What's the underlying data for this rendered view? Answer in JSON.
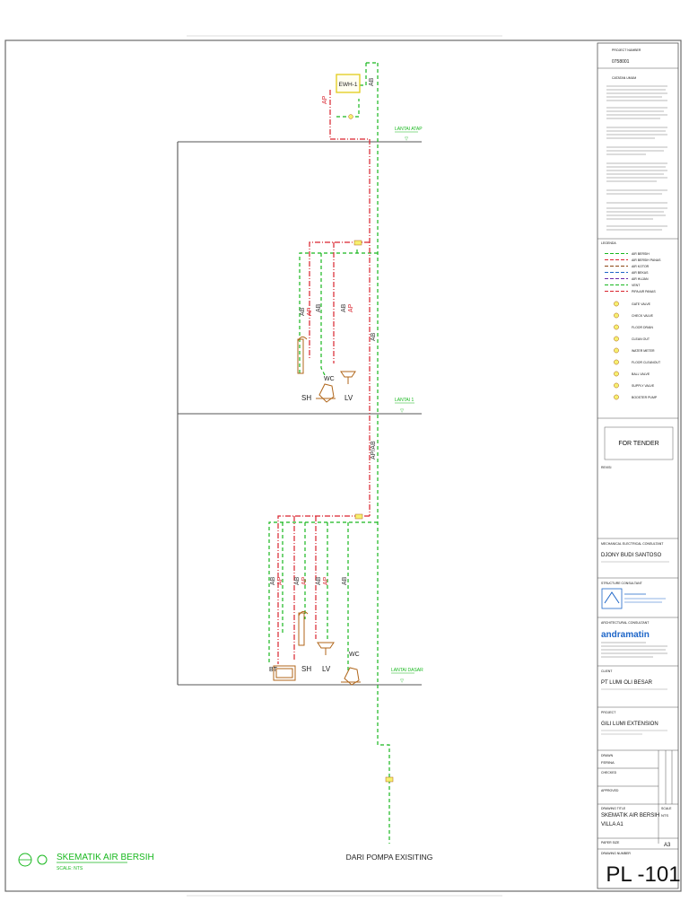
{
  "drawing": {
    "title": "SKEMATIK AIR BERSIH",
    "scale": "SCALE: NTS",
    "source_label": "DARI POMPA EXISITING"
  },
  "levels": {
    "lantai_atap": "LANTAI ATAP",
    "lantai_1": "LANTAI 1",
    "lantai_dasar": "LANTAI DASAR"
  },
  "equipment": {
    "ewh": "EWH-1",
    "fixtures_l1": [
      "SH",
      "WC",
      "LV"
    ],
    "fixtures_ground": [
      "BT",
      "SH",
      "LV",
      "WC"
    ]
  },
  "pipe_labels": {
    "ap": "AP",
    "ab": "AB",
    "ap_ab": "AP/AB"
  },
  "colors": {
    "hot_water": "#d9232d",
    "cold_water": "#19b81f",
    "level_line": "#555555",
    "fixture": "#b0661a",
    "ewh_fill": "#f6ef6e",
    "accent": "#1e66c8"
  },
  "title_block": {
    "project_name_label": "PROJECT NUMBER",
    "project_number": "0758001",
    "general_notes_label": "CATATAN UMUM",
    "legend_label": "LEGENDA",
    "legend_items": [
      "AIR BERSIH",
      "AIR BERSIH PANAS",
      "AIR KOTOR",
      "AIR BEKAS",
      "AIR HUJAN",
      "VENT",
      "PIPA AIR PANAS",
      "GATE VALVE",
      "CHECK VALVE",
      "FLOOR DRAIN",
      "CLEAN OUT",
      "WATER METER",
      "FLOOR CLEANOUT",
      "BALL VALVE",
      "SUPPLY VALVE",
      "BOOSTER PUMP"
    ],
    "status": "FOR TENDER",
    "revision_label": "REVISI",
    "mep_consultant_label": "MECHANICAL ELECTRICAL CONSULTANT",
    "mep_consultant": "DJONY BUDI SANTOSO",
    "structure_consultant_label": "STRUCTURE CONSULTANT",
    "architect_label": "ARCHITECTURAL CONSULTANT",
    "architect_name": "andramatin",
    "client_label": "CLIENT",
    "client": "PT LUMI OLI BESAR",
    "project_label": "PROJECT",
    "project": "GILI LUMI EXTENSION",
    "drawn_label": "DRAWN",
    "drawn": "FERINA",
    "checked_label": "CHECKED",
    "approved_label": "APPROVED",
    "drawing_title_label": "DRAWING TITLE",
    "drawing_title_1": "SKEMATIK AIR BERSIH",
    "drawing_title_2": "VILLA A1",
    "scale_label": "SCALE",
    "scale_value": "NTS",
    "paper_label": "PAPER SIZE",
    "paper_value": "A3",
    "drawing_number_label": "DRAWING NUMBER",
    "drawing_number": "PL -101"
  }
}
